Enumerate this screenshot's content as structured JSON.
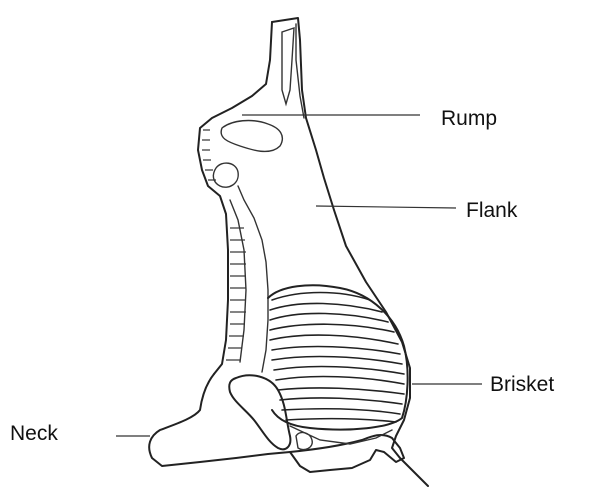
{
  "labels": {
    "rump": "Rump",
    "flank": "Flank",
    "brisket": "Brisket",
    "neck": "Neck"
  },
  "colors": {
    "ink": "#222222",
    "background": "#ffffff"
  }
}
